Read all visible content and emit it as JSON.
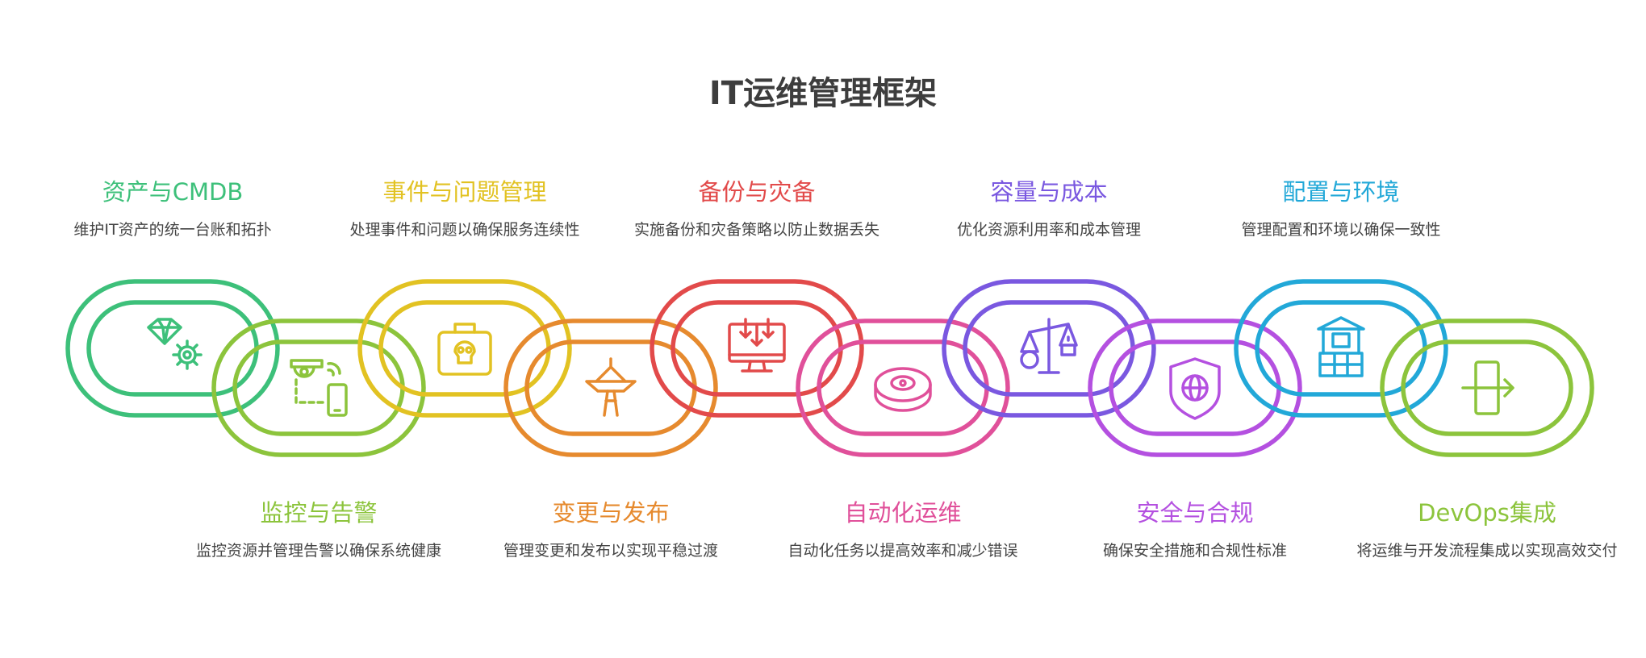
{
  "title": "IT运维管理框架",
  "stages": [
    {
      "name": "资产与CMDB",
      "desc": "维护IT资产的统一台账和拓扑",
      "color": "#3dc07a",
      "icon": "gem-gear-icon",
      "row": "top"
    },
    {
      "name": "监控与告警",
      "desc": "监控资源并管理告警以确保系统健康",
      "color": "#8cc43c",
      "icon": "camera-phone-icon",
      "row": "bottom"
    },
    {
      "name": "事件与问题管理",
      "desc": "处理事件和问题以确保服务连续性",
      "color": "#e2c222",
      "icon": "skull-bag-icon",
      "row": "top"
    },
    {
      "name": "变更与发布",
      "desc": "管理变更和发布以实现平稳过渡",
      "color": "#e68a2e",
      "icon": "space-needle-icon",
      "row": "bottom"
    },
    {
      "name": "备份与灾备",
      "desc": "实施备份和灾备策略以防止数据丢失",
      "color": "#e24a4a",
      "icon": "monitor-download-icon",
      "row": "top"
    },
    {
      "name": "自动化运维",
      "desc": "自动化任务以提高效率和减少错误",
      "color": "#e0509a",
      "icon": "robot-vacuum-icon",
      "row": "bottom"
    },
    {
      "name": "容量与成本",
      "desc": "优化资源利用率和成本管理",
      "color": "#7a58e0",
      "icon": "scale-icon",
      "row": "top"
    },
    {
      "name": "安全与合规",
      "desc": "确保安全措施和合规性标准",
      "color": "#b450e0",
      "icon": "shield-globe-icon",
      "row": "bottom"
    },
    {
      "name": "配置与环境",
      "desc": "管理配置和环境以确保一致性",
      "color": "#22a8d8",
      "icon": "well-icon",
      "row": "top"
    },
    {
      "name": "DevOps集成",
      "desc": "将运维与开发流程集成以实现高效交付",
      "color": "#8cc43c",
      "icon": "exit-door-icon",
      "row": "bottom"
    }
  ]
}
